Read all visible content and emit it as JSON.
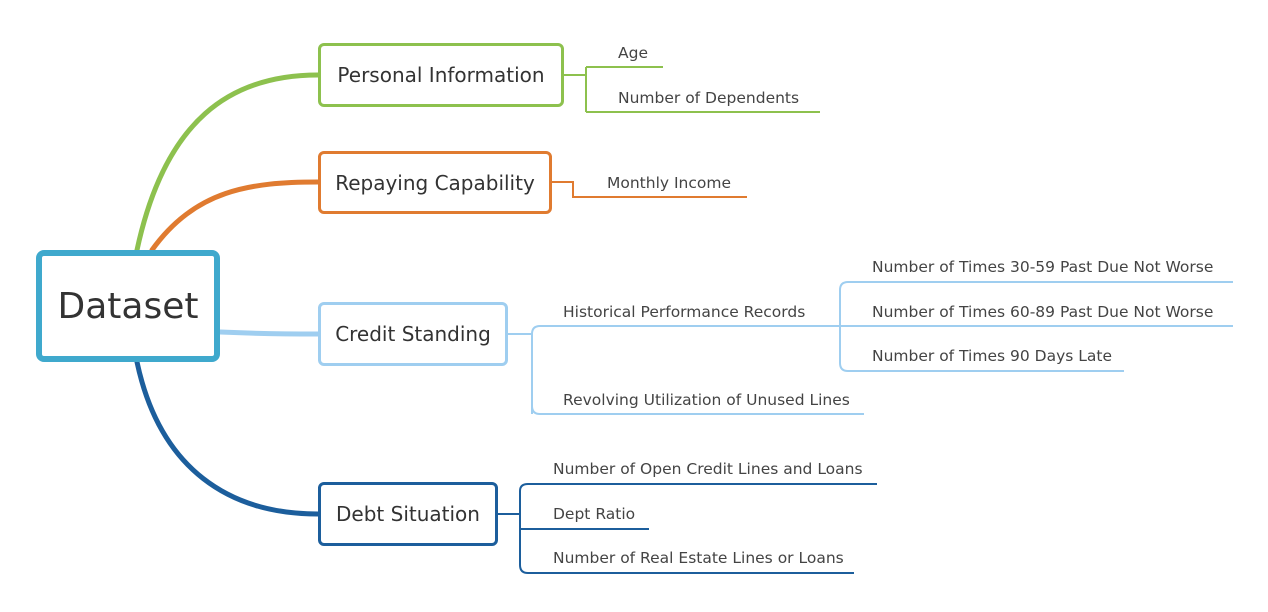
{
  "root": {
    "label": "Dataset",
    "color": "#3fa9cd"
  },
  "branches": {
    "personal": {
      "label": "Personal Information",
      "color": "#8dc14e",
      "children": [
        "Age",
        "Number  of Dependents"
      ]
    },
    "repaying": {
      "label": "Repaying Capability",
      "color": "#e07b30",
      "children": [
        "Monthly Income"
      ]
    },
    "credit": {
      "label": "Credit Standing",
      "color": "#9fcef0",
      "children": [
        {
          "label": "Historical Performance Records",
          "children": [
            "Number of Times 30-59 Past Due Not Worse",
            "Number of Times 60-89 Past Due Not Worse",
            "Number of Times 90 Days Late"
          ]
        },
        {
          "label": "Revolving Utilization of Unused Lines"
        }
      ]
    },
    "debt": {
      "label": "Debt Situation",
      "color": "#1c5e9c",
      "children": [
        "Number of Open Credit Lines and Loans",
        "Dept Ratio",
        "Number of Real Estate Lines or Loans"
      ]
    }
  }
}
